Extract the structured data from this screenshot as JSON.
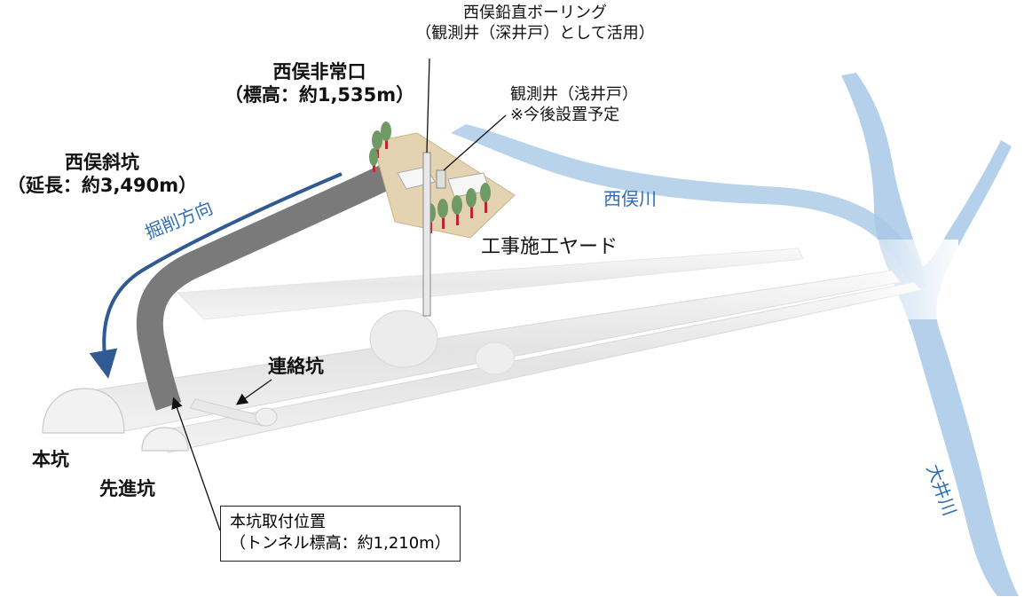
{
  "labels": {
    "west_vertical_boring": {
      "line1": "西俣鉛直ボーリング",
      "line2": "（観測井（深井戸）として活用）"
    },
    "west_emergency_exit": {
      "line1": "西俣非常口",
      "line2": "（標高：約1,535m）"
    },
    "observation_well_shallow": {
      "line1": "観測井（浅井戸）",
      "line2": "※今後設置予定"
    },
    "west_inclined_shaft": {
      "line1": "西俣斜坑",
      "line2": "（延長：約3,490m）"
    },
    "excavation_direction": "掘削方向",
    "nishimata_river": "西俣川",
    "construction_yard": "工事施工ヤード",
    "connecting_tunnel": "連絡坑",
    "main_tunnel": "本坑",
    "advance_tunnel": "先進坑",
    "junction_box": {
      "line1": "本坑取付位置",
      "line2": "（トンネル標高：約1,210m）"
    },
    "oi_river": "大井川"
  },
  "colors": {
    "river": "#a8c8e6",
    "river_label": "#2f6db5",
    "arrow": "#2f5a92",
    "shaft": "#7a7a7a",
    "tunnel": "#e6e6e6",
    "yard": "#e4d3b1",
    "tree_trunk": "#c0262f",
    "tree_foliage": "#6f9a63"
  }
}
